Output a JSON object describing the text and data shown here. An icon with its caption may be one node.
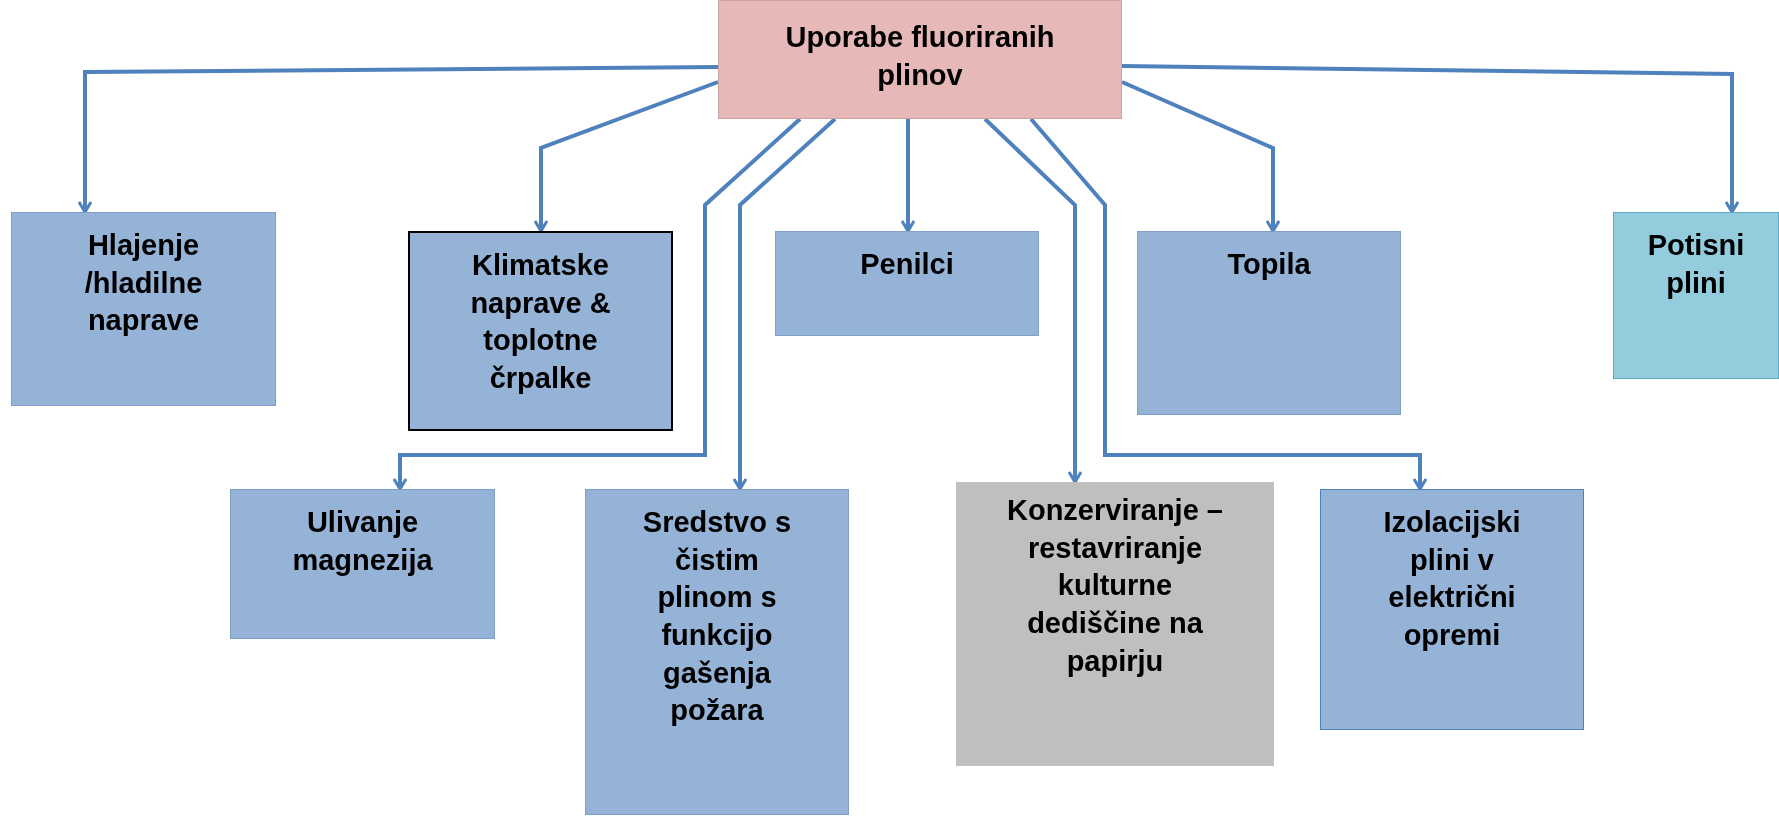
{
  "diagram": {
    "nodes": [
      {
        "text": [
          "Uporabe fluoriranih plinov"
        ]
      },
      {
        "text": [
          "Hlajenje /hladilne naprave"
        ]
      },
      {
        "text": [
          "Klimatske naprave  & toplotne črpalke"
        ]
      },
      {
        "text": [
          "Penilci"
        ]
      },
      {
        "text": [
          "Topila"
        ]
      },
      {
        "text": [
          "Potisni plini"
        ]
      },
      {
        "text": [
          "Ulivanje magnezija"
        ]
      },
      {
        "text": [
          "Sredstvo s čistim plinom s funkcijo gašenja požara"
        ]
      },
      {
        "text": [
          "Konzerviranje – restavriranje kulturne dediščine na papirju"
        ]
      },
      {
        "text": [
          "Izolacijski plini v električni opremi"
        ]
      }
    ],
    "edges": [
      {
        "from": 0,
        "to": 1,
        "arrow": "to"
      },
      {
        "from": 0,
        "to": 2,
        "arrow": "to"
      },
      {
        "from": 0,
        "to": 6,
        "arrow": "to"
      },
      {
        "from": 0,
        "to": 7,
        "arrow": "to"
      },
      {
        "from": 0,
        "to": 3,
        "arrow": "to"
      },
      {
        "from": 0,
        "to": 8,
        "arrow": "to"
      },
      {
        "from": 0,
        "to": 9,
        "arrow": "to"
      },
      {
        "from": 0,
        "to": 4,
        "arrow": "to"
      },
      {
        "from": 0,
        "to": 5,
        "arrow": "to"
      }
    ]
  }
}
